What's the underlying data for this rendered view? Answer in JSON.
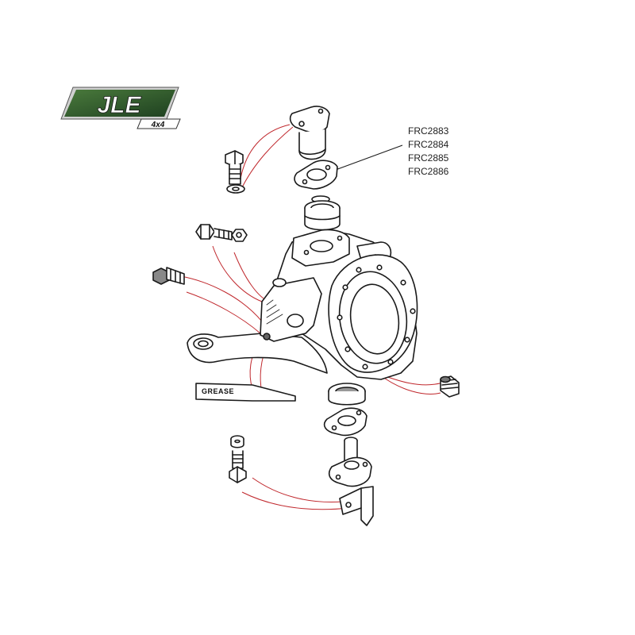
{
  "logo": {
    "text": "JLE",
    "subtext": "4x4",
    "brand_color": "#2e5a2a"
  },
  "part_numbers": [
    "FRC2883",
    "FRC2884",
    "FRC2885",
    "FRC2886"
  ],
  "grease_label": "GREASE",
  "colors": {
    "line": "#1a1a1a",
    "leader": "#c0282d"
  }
}
